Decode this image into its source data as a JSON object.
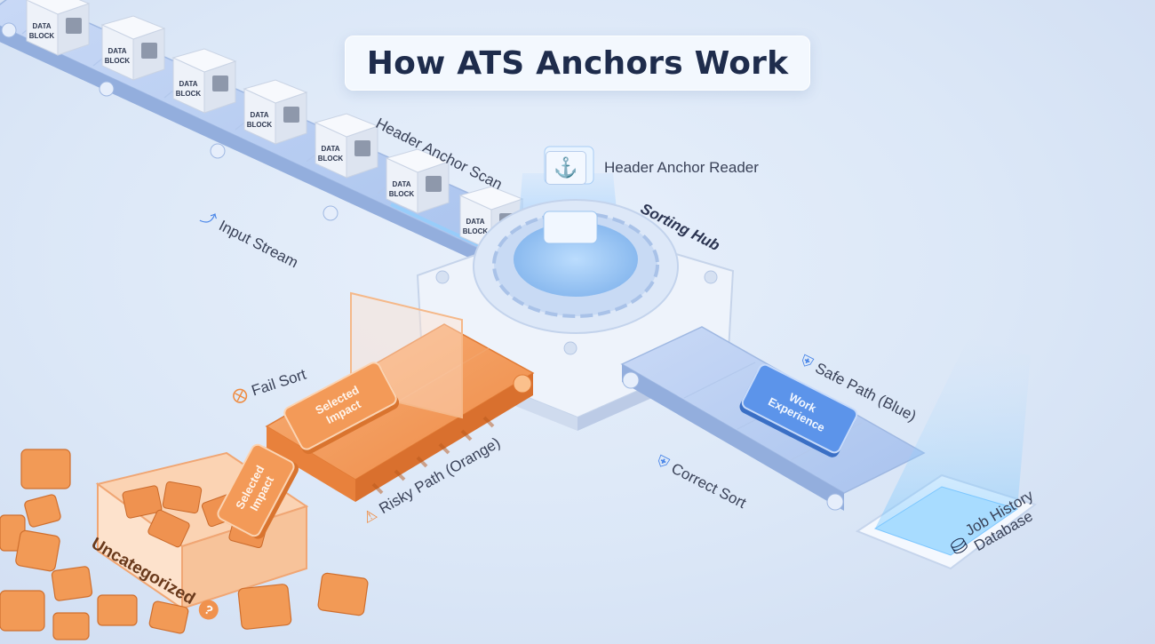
{
  "title": "How ATS Anchors Work",
  "block_label": "DATA BLOCK",
  "labels": {
    "input_stream": "Input Stream",
    "header_anchor_scan": "Header Anchor Scan",
    "header_anchor_reader": "Header Anchor Reader",
    "sorting_hub": "Sorting Hub",
    "fail_sort": "Fail Sort",
    "risky_path": "Risky Path (Orange)",
    "safe_path": "Safe Path (Blue)",
    "correct_sort": "Correct Sort",
    "job_history_database": "Job History Database",
    "uncategorized": "Uncategorized"
  },
  "cards": {
    "selected_impact": "Selected Impact",
    "work_experience": "Work Experience"
  },
  "colors": {
    "safe_blue": "#4a86e8",
    "risky_orange": "#f0924e",
    "text_dark": "#1e2c4c"
  },
  "icons": [
    "anchor-icon",
    "warning-icon",
    "shield-check-icon",
    "close-circle-icon",
    "database-icon",
    "question-icon",
    "arrow-icon"
  ]
}
